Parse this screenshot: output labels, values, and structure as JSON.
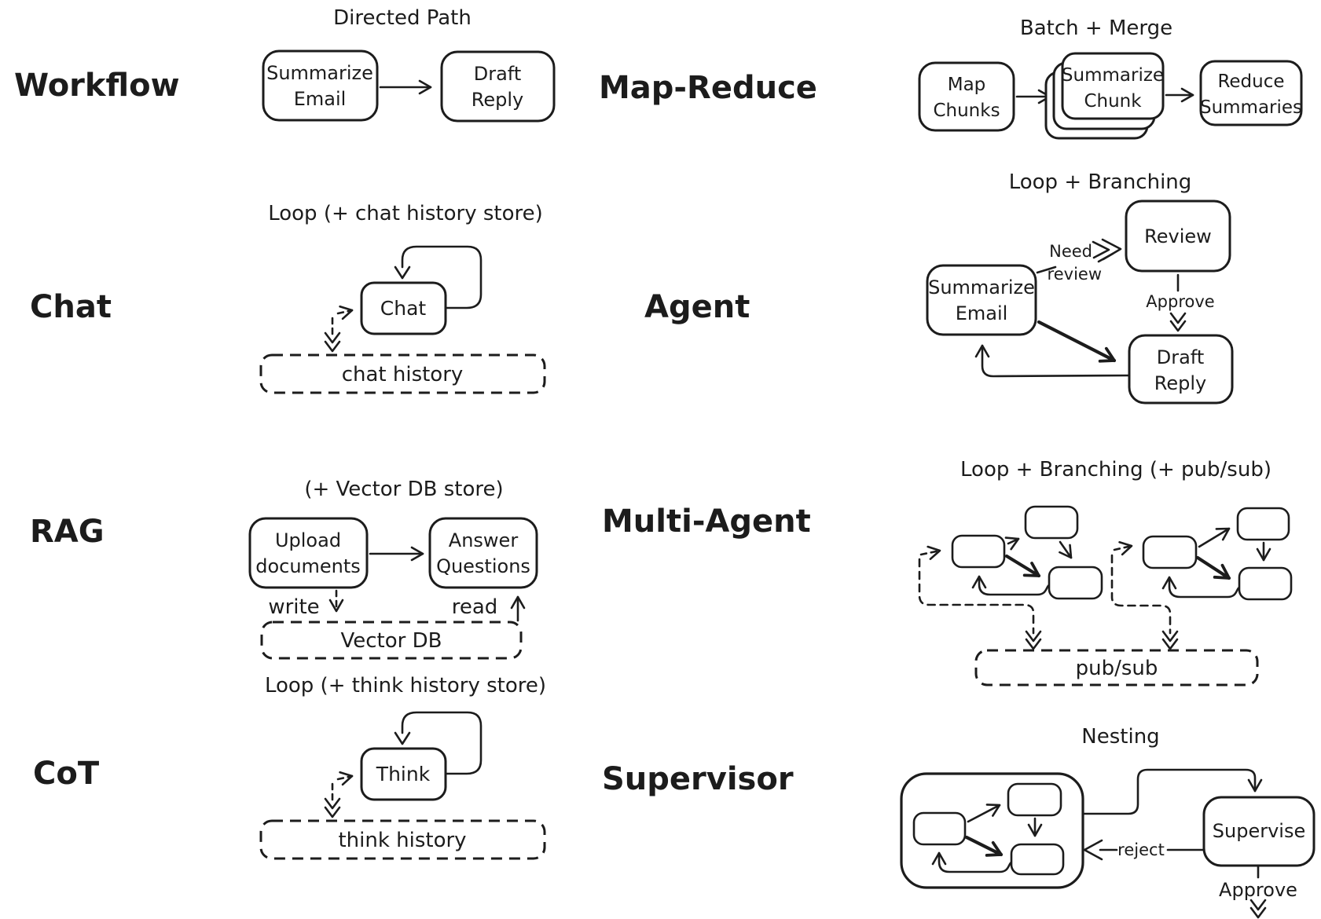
{
  "canvas": {
    "background": "#ffffff",
    "ink": "#1c1c1c"
  },
  "sections": {
    "workflow": {
      "label": "Workflow",
      "title": "Directed Path",
      "nodes": {
        "summarize_email": {
          "lines": [
            "Summarize",
            "Email"
          ]
        },
        "draft_reply": {
          "lines": [
            "Draft",
            "Reply"
          ]
        }
      }
    },
    "map_reduce": {
      "label": "Map-Reduce",
      "title": "Batch + Merge",
      "nodes": {
        "map_chunks": {
          "lines": [
            "Map",
            "Chunks"
          ]
        },
        "summarize_chunk": {
          "lines": [
            "Summarize",
            "Chunk"
          ]
        },
        "reduce_summaries": {
          "lines": [
            "Reduce",
            "Summaries"
          ]
        }
      }
    },
    "chat": {
      "label": "Chat",
      "title": "Loop (+ chat history store)",
      "nodes": {
        "chat": {
          "lines": [
            "Chat"
          ]
        }
      },
      "store": {
        "label": "chat history"
      }
    },
    "agent": {
      "label": "Agent",
      "title": "Loop + Branching",
      "nodes": {
        "summarize_email": {
          "lines": [
            "Summarize",
            "Email"
          ]
        },
        "review": {
          "lines": [
            "Review"
          ]
        },
        "draft_reply": {
          "lines": [
            "Draft",
            "Reply"
          ]
        }
      },
      "edges": {
        "need_review": [
          "Need",
          "review"
        ],
        "approve": "Approve"
      }
    },
    "rag": {
      "label": "RAG",
      "title": "(+ Vector DB store)",
      "nodes": {
        "upload_documents": {
          "lines": [
            "Upload",
            "documents"
          ]
        },
        "answer_questions": {
          "lines": [
            "Answer",
            "Questions"
          ]
        }
      },
      "edges": {
        "write": "write",
        "read": "read"
      },
      "store": {
        "label": "Vector DB"
      }
    },
    "multi_agent": {
      "label": "Multi-Agent",
      "title": "Loop + Branching (+ pub/sub)",
      "store": {
        "label": "pub/sub"
      }
    },
    "cot": {
      "label": "CoT",
      "title": "Loop (+ think history store)",
      "nodes": {
        "think": {
          "lines": [
            "Think"
          ]
        }
      },
      "store": {
        "label": "think history"
      }
    },
    "supervisor": {
      "label": "Supervisor",
      "title": "Nesting",
      "nodes": {
        "supervise": {
          "lines": [
            "Supervise"
          ]
        }
      },
      "edges": {
        "reject": "reject",
        "approve": "Approve"
      }
    }
  }
}
